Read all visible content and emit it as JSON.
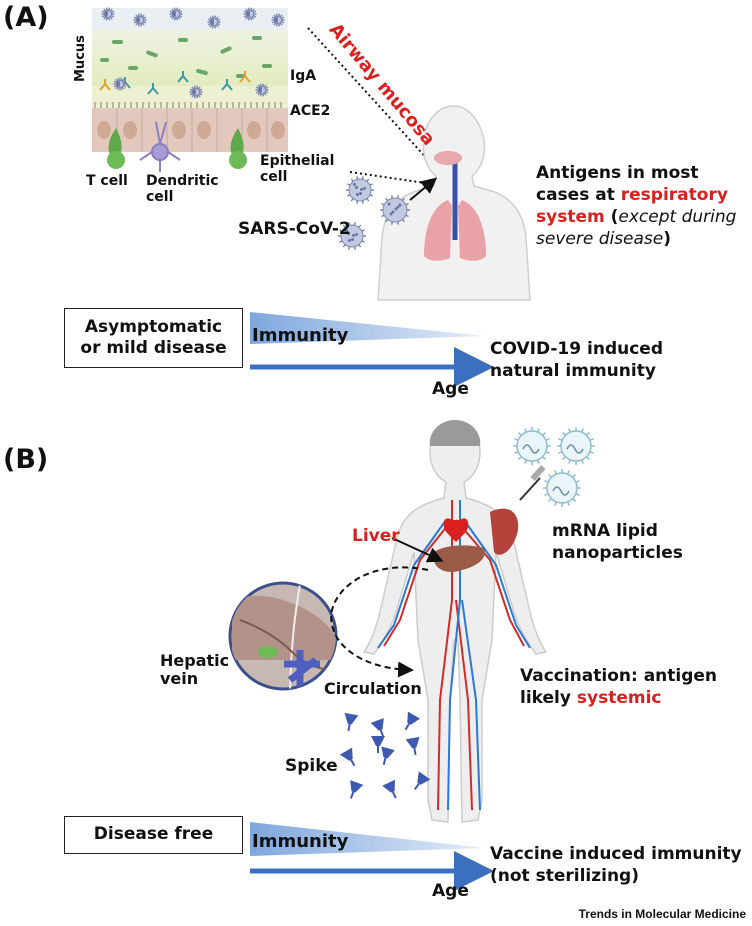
{
  "panel_a": {
    "label": "(A)",
    "mucosa_labels": {
      "mucus": "Mucus",
      "iga": "IgA",
      "ace2": "ACE2",
      "t_cell": "T cell",
      "dendritic_line1": "Dendritic",
      "dendritic_line2": "cell",
      "epithelial_line1": "Epithelial",
      "epithelial_line2": "cell"
    },
    "airway_mucosa": "Airway mucosa",
    "virus_label": "SARS-CoV-2",
    "antigen_text": {
      "line1": "Antigens in most",
      "line2_pre": "cases at ",
      "line2_red": "respiratory",
      "line3_red": "system",
      "line3_post_open": " (",
      "line3_italic": "except during",
      "line4_italic": "severe disease",
      "line4_close": ")"
    },
    "box_line1": "Asymptomatic",
    "box_line2": "or mild disease",
    "immunity": "Immunity",
    "age": "Age",
    "result_line1": "COVID-19 induced",
    "result_line2": "natural immunity"
  },
  "panel_b": {
    "label": "(B)",
    "liver": "Liver",
    "mrna_line1": "mRNA lipid",
    "mrna_line2": "nanoparticles",
    "hepatic_line1": "Hepatic",
    "hepatic_line2": "vein",
    "circulation": "Circulation",
    "vaccination_line1": "Vaccination: antigen",
    "vaccination_line2_pre": "likely ",
    "vaccination_line2_red": "systemic",
    "spike": "Spike",
    "box_label": "Disease free",
    "immunity": "Immunity",
    "age": "Age",
    "result_line1": "Vaccine induced immunity",
    "result_line2": "(not sterilizing)"
  },
  "journal": "Trends in Molecular Medicine",
  "colors": {
    "accent_red": "#d8201f",
    "arrow_blue": "#3d6fbf",
    "virus_blue": "#8e9ac2",
    "epithelium": "#e3c9bd",
    "lung": "#e8a2a8",
    "muscle": "#b5423a",
    "liver": "#9b5a46",
    "spike_blue": "#3e59b0"
  }
}
